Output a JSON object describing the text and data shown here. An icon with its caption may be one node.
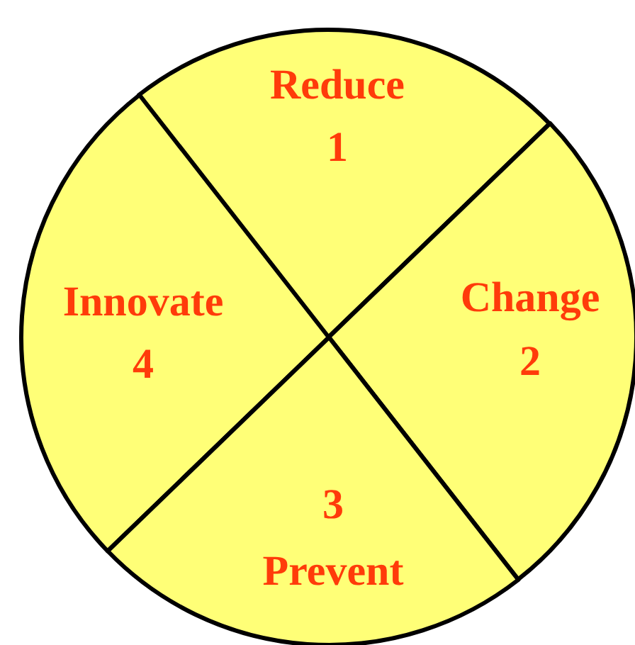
{
  "diagram": {
    "nodes": [
      {
        "text": [
          "Reduce",
          "1"
        ]
      },
      {
        "text": [
          "Innovate",
          "4"
        ]
      },
      {
        "text": [
          "Change",
          "2"
        ]
      },
      {
        "text": [
          "3",
          "Prevent"
        ]
      }
    ]
  }
}
